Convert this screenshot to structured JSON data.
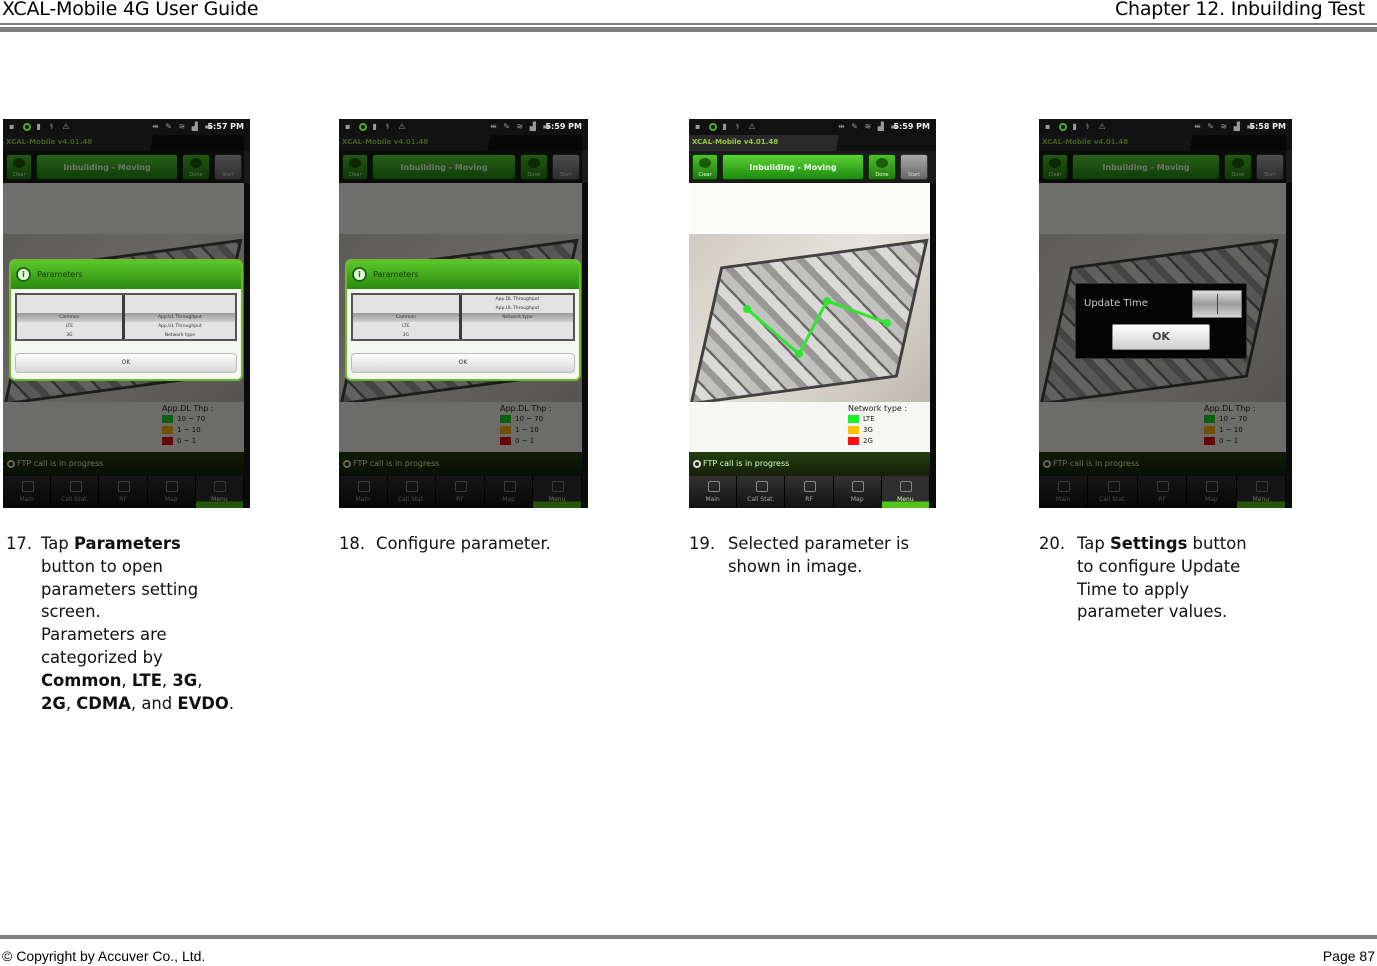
{
  "header": {
    "left_title": "XCAL-Mobile 4G User Guide",
    "right_title": "Chapter 12. Inbuilding Test"
  },
  "footer": {
    "copyright": "© Copyright by Accuver Co., Ltd.",
    "page": "Page 87"
  },
  "screens": [
    {
      "time": "5:57 PM",
      "app_name": "XCAL-Mobile v4.01.48",
      "toolbar": {
        "clear": "Clear",
        "title": "Inbuilding - Moving",
        "done": "Done",
        "start": "Start"
      },
      "dialog": {
        "title": "Parameters",
        "left_col": [
          "",
          "",
          "Common",
          "LTE",
          "3G"
        ],
        "right_col": [
          "",
          "",
          "App.UL Throughput",
          "App.UL Throughput",
          "Network type"
        ],
        "ok": "OK"
      },
      "legend": {
        "title": "App.DL Thp :",
        "rows": [
          "10 ~ 70",
          "1 ~ 10",
          "0 ~ 1"
        ]
      },
      "progress": "FTP call is in progress",
      "nav": [
        "Main",
        "Call Stat.",
        "RF",
        "Map",
        "Menu"
      ]
    },
    {
      "time": "5:59 PM",
      "app_name": "XCAL-Mobile v4.01.48",
      "toolbar": {
        "clear": "Clear",
        "title": "Inbuilding - Moving",
        "done": "Done",
        "start": "Start"
      },
      "dialog": {
        "title": "Parameters",
        "left_col": [
          "",
          "",
          "Common",
          "LTE",
          "3G"
        ],
        "right_col": [
          "App.DL Throughput",
          "App.UL Throughput",
          "Network type",
          "",
          ""
        ],
        "ok": "OK"
      },
      "legend": {
        "title": "App.DL Thp :",
        "rows": [
          "10 ~ 70",
          "1 ~ 10",
          "0 ~ 1"
        ]
      },
      "progress": "FTP call is in progress",
      "nav": [
        "Main",
        "Call Stat.",
        "RF",
        "Map",
        "Menu"
      ]
    },
    {
      "time": "5:59 PM",
      "app_name": "XCAL-Mobile v4.01.48",
      "toolbar": {
        "clear": "Clear",
        "title": "Inbuilding - Moving",
        "done": "Done",
        "start": "Start"
      },
      "legend": {
        "title": "Network type :",
        "rows": [
          "LTE",
          "3G",
          "2G"
        ]
      },
      "progress": "FTP call is in progress",
      "nav": [
        "Main",
        "Call Stat.",
        "RF",
        "Map",
        "Menu"
      ]
    },
    {
      "time": "5:58 PM",
      "app_name": "XCAL-Mobile v4.01.48",
      "toolbar": {
        "clear": "Clear",
        "title": "Inbuilding - Moving",
        "done": "Done",
        "start": "Start"
      },
      "dialog": {
        "label": "Update Time",
        "ok": "OK"
      },
      "legend": {
        "title": "App.DL Thp :",
        "rows": [
          "10 ~ 70",
          "1 ~ 10",
          "0 ~ 1"
        ]
      },
      "progress": "FTP call is in progress",
      "nav": [
        "Main",
        "Call Stat.",
        "RF",
        "Map",
        "Menu"
      ]
    }
  ],
  "legend_colors": [
    "#19d12a",
    "#f5b000",
    "#e01010"
  ],
  "captions": [
    {
      "number": "17.",
      "parts": [
        "Tap ",
        "Parameters",
        " button to open parameters setting screen. Parameters are categorized by ",
        "Common",
        ", ",
        "LTE",
        ", ",
        "3G",
        ", ",
        "2G",
        ", ",
        "CDMA",
        ", and ",
        "EVDO",
        "."
      ]
    },
    {
      "number": "18.",
      "text": "Configure parameter."
    },
    {
      "number": "19.",
      "text": "Selected parameter is shown in image."
    },
    {
      "number": "20.",
      "parts": [
        "Tap ",
        "Settings",
        " button to configure Update Time to apply parameter values."
      ]
    }
  ]
}
